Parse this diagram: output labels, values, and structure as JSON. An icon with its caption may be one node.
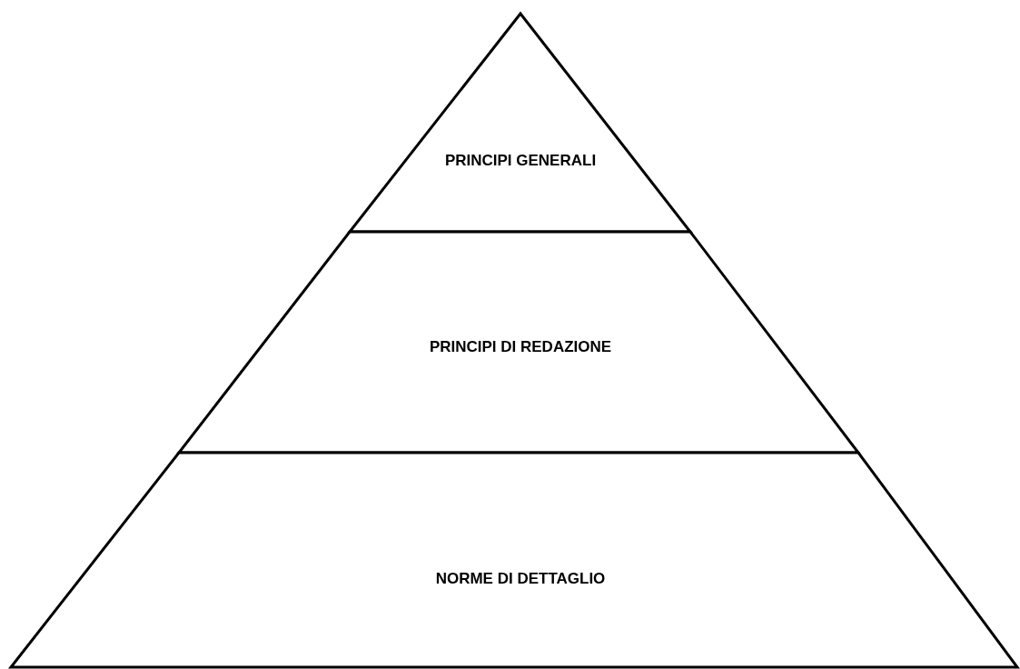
{
  "diagram": {
    "nodes": [
      {
        "text": [
          "PRINCIPI GENERALI"
        ]
      },
      {
        "text": [
          "PRINCIPI DI REDAZIONE"
        ]
      },
      {
        "text": [
          "NORME DI DETTAGLIO"
        ]
      }
    ],
    "edges": []
  }
}
